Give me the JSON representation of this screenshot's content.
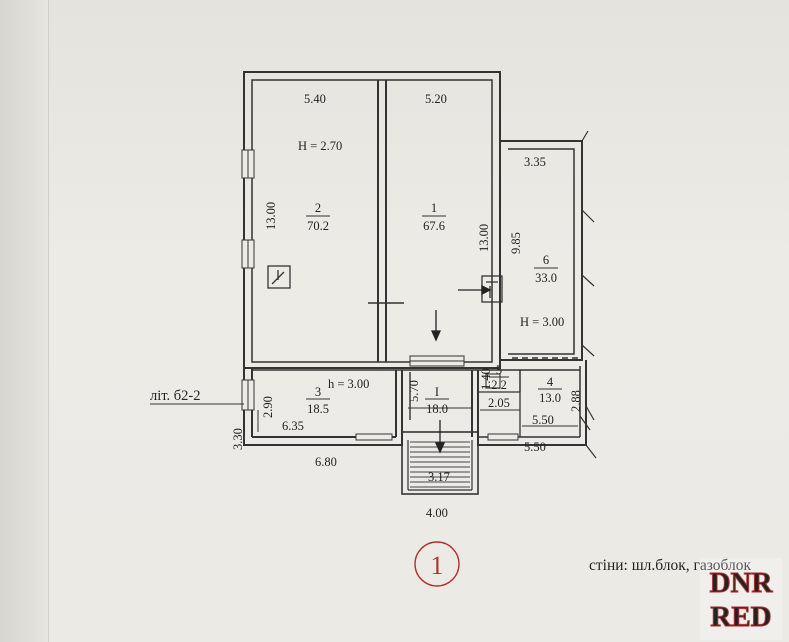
{
  "plan": {
    "height_main": "H = 2.70",
    "height_6": "H = 3.00",
    "height_3": "h = 3.00",
    "lit": "літ. б2-2",
    "walls": "стіни: шл.блок, газоблок"
  },
  "rooms": [
    {
      "id": "r2",
      "num": "2",
      "area": "70.2"
    },
    {
      "id": "r1",
      "num": "1",
      "area": "67.6"
    },
    {
      "id": "r6",
      "num": "6",
      "area": "33.0"
    },
    {
      "id": "r3",
      "num": "3",
      "area": "18.5"
    },
    {
      "id": "rI",
      "num": "I",
      "area": "18.0"
    },
    {
      "id": "r5",
      "num": "5",
      "area": "2.2"
    },
    {
      "id": "r4",
      "num": "4",
      "area": "13.0"
    }
  ],
  "dims": {
    "d540": "5.40",
    "d520": "5.20",
    "d335": "3.35",
    "d1300a": "13.00",
    "d1300b": "13.00",
    "d985": "9.85",
    "d290": "2.90",
    "d570": "5.70",
    "d140": "1.40",
    "d288": "2.88",
    "d635": "6.35",
    "d205": "2.05",
    "d550a": "5.50",
    "d550b": "5.50",
    "d680": "6.80",
    "d330": "3.30",
    "d317": "3.17",
    "d400": "4.00"
  },
  "page_number": "1",
  "watermark": {
    "line1": "DNR",
    "line2": "RED"
  }
}
